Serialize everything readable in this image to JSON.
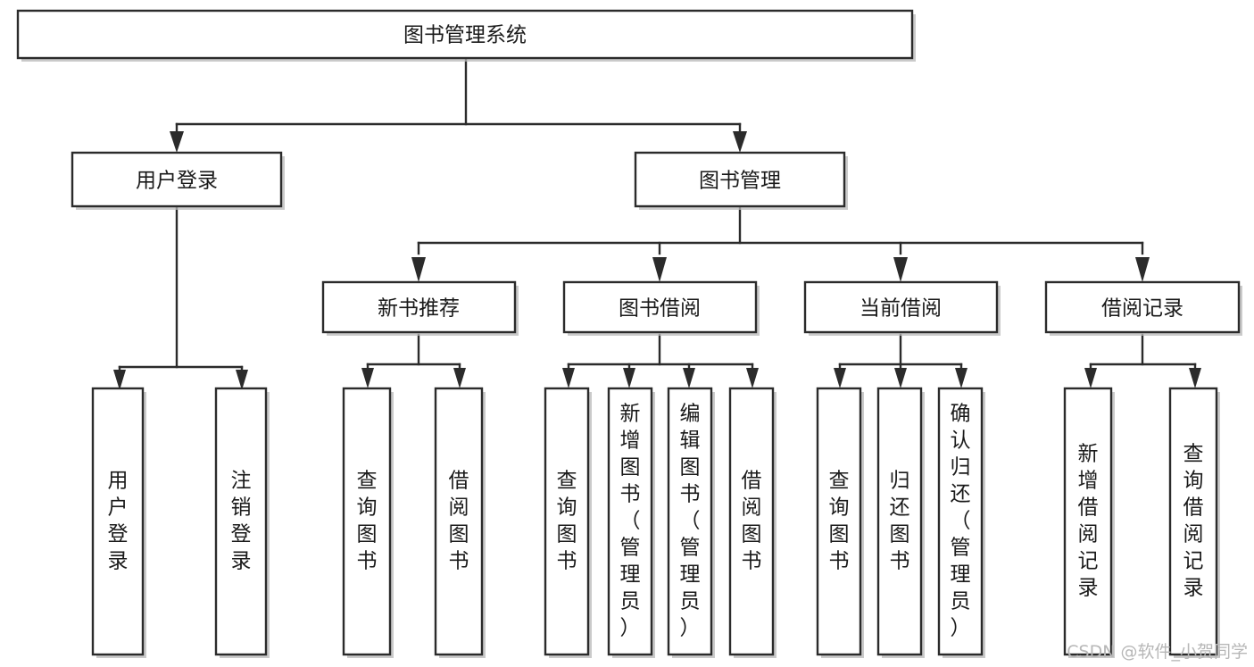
{
  "diagram": {
    "title": "图书管理系统",
    "type": "tree-hierarchy",
    "orientation": "top-down",
    "background_color": "#ffffff",
    "box_stroke_color": "#2b2b2b",
    "box_fill_color": "#ffffff",
    "text_color": "#1a1a1a",
    "nodes": {
      "root": {
        "label": "图书管理系统",
        "level": 0,
        "orientation": "horizontal"
      },
      "l1_a": {
        "label": "用户登录",
        "level": 1,
        "orientation": "horizontal"
      },
      "l1_b": {
        "label": "图书管理",
        "level": 1,
        "orientation": "horizontal"
      },
      "l2_a": {
        "label": "新书推荐",
        "level": 2,
        "orientation": "horizontal"
      },
      "l2_b": {
        "label": "图书借阅",
        "level": 2,
        "orientation": "horizontal"
      },
      "l2_c": {
        "label": "当前借阅",
        "level": 2,
        "orientation": "horizontal"
      },
      "l2_d": {
        "label": "借阅记录",
        "level": 2,
        "orientation": "horizontal"
      },
      "leaf_1": {
        "label": "用户登录",
        "level": 3,
        "orientation": "vertical",
        "parent": "用户登录"
      },
      "leaf_2": {
        "label": "注销登录",
        "level": 3,
        "orientation": "vertical",
        "parent": "用户登录"
      },
      "leaf_3": {
        "label": "查询图书",
        "level": 3,
        "orientation": "vertical",
        "parent": "新书推荐"
      },
      "leaf_4": {
        "label": "借阅图书",
        "level": 3,
        "orientation": "vertical",
        "parent": "新书推荐"
      },
      "leaf_5": {
        "label": "查询图书",
        "level": 3,
        "orientation": "vertical",
        "parent": "图书借阅"
      },
      "leaf_6": {
        "label": "新增图书（管理员）",
        "level": 3,
        "orientation": "vertical",
        "parent": "图书借阅"
      },
      "leaf_7": {
        "label": "编辑图书（管理员）",
        "level": 3,
        "orientation": "vertical",
        "parent": "图书借阅"
      },
      "leaf_8": {
        "label": "借阅图书",
        "level": 3,
        "orientation": "vertical",
        "parent": "图书借阅"
      },
      "leaf_9": {
        "label": "查询图书",
        "level": 3,
        "orientation": "vertical",
        "parent": "当前借阅"
      },
      "leaf_10": {
        "label": "归还图书",
        "level": 3,
        "orientation": "vertical",
        "parent": "当前借阅"
      },
      "leaf_11": {
        "label": "确认归还（管理员）",
        "level": 3,
        "orientation": "vertical",
        "parent": "当前借阅"
      },
      "leaf_12": {
        "label": "新增借阅记录",
        "level": 3,
        "orientation": "vertical",
        "parent": "借阅记录"
      },
      "leaf_13": {
        "label": "查询借阅记录",
        "level": 3,
        "orientation": "vertical",
        "parent": "借阅记录"
      }
    }
  },
  "watermark": {
    "text": "CSDN @软件_小贺同学"
  }
}
